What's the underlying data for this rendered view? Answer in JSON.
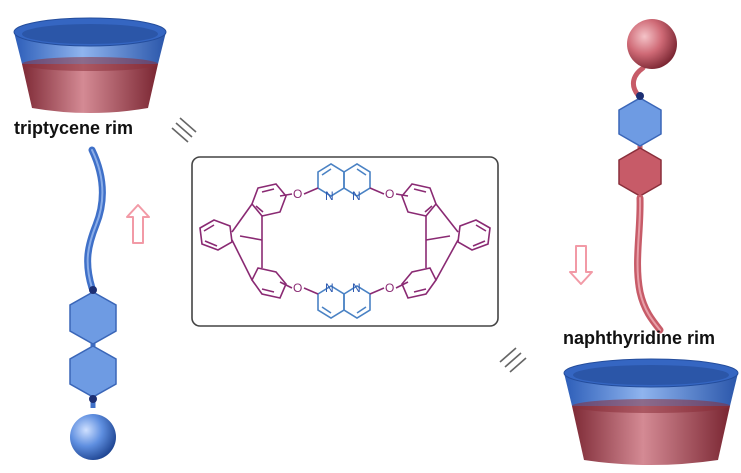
{
  "labels": {
    "triptycene_rim": "triptycene rim",
    "naphthyridine_rim": "naphthyridine rim"
  },
  "atoms": {
    "oxygen": "O",
    "nitrogen": "N"
  },
  "colors": {
    "blue_light": "#7fa8e6",
    "blue_dark": "#2c5db8",
    "red_light": "#c87a85",
    "red_dark": "#7e2a36",
    "arrow_pink": "#f29aa6",
    "molecule_purple": "#8a2a73",
    "molecule_blue": "#4a82c4",
    "box_border": "#444444"
  }
}
